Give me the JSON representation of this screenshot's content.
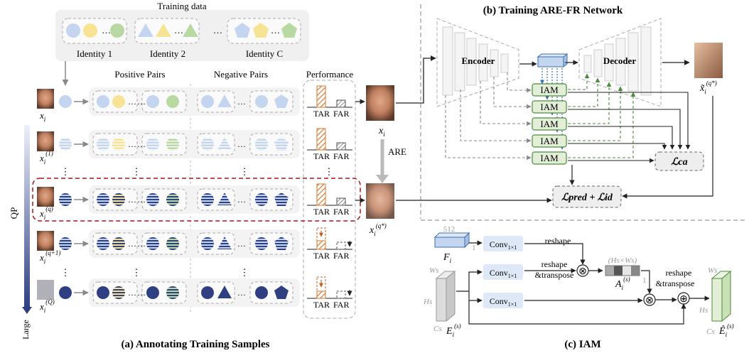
{
  "panel_a": {
    "training_data_label": "Training data",
    "identities": [
      "Identity 1",
      "Identity 2",
      "Identity C"
    ],
    "positive_pairs_label": "Positive Pairs",
    "negative_pairs_label": "Negative Pairs",
    "performance_label": "Performance",
    "rows": [
      {
        "label": "x_i",
        "base": "x",
        "sub": "i",
        "sup": ""
      },
      {
        "label": "x_i^(1)",
        "base": "x",
        "sub": "i",
        "sup": "(1)"
      },
      {
        "label": "x_i^(q)",
        "base": "x",
        "sub": "i",
        "sup": "(q)"
      },
      {
        "label": "x_i^(q+1)",
        "base": "x",
        "sub": "i",
        "sup": "(q+1)"
      },
      {
        "label": "x_i^(Q)",
        "base": "x",
        "sub": "i",
        "sup": "(Q)"
      }
    ],
    "tar_label": "TAR",
    "far_label": "FAR",
    "qp_label": "QP",
    "large_label": "Large",
    "ellipsis": "…",
    "vdots": "⋮",
    "title": "(a) Annotating Training Samples"
  },
  "middle": {
    "face_top_label": {
      "base": "x",
      "sub": "i"
    },
    "are_label": "ARE",
    "face_bottom_label": {
      "base": "x",
      "sub": "i",
      "sup": "(q*)"
    }
  },
  "panel_b": {
    "title": "(b) Training ARE-FR Network",
    "encoder_label": "Encoder",
    "decoder_label": "Decoder",
    "iam_labels": [
      "IAM",
      "IAM",
      "IAM",
      "IAM",
      "IAM"
    ],
    "loss_ca": "ℒca",
    "loss_pred_id": "ℒpred + ℒid",
    "output_label": {
      "base": "x̃",
      "sub": "i",
      "sup": "(q*)"
    }
  },
  "panel_c": {
    "title": "(c) IAM",
    "fi_label": {
      "base": "F",
      "sub": "i"
    },
    "fi_dim_512": "512",
    "fi_dim_1": "1",
    "conv_label": "Conv",
    "conv_sub": "1×1",
    "reshape_1": "reshape",
    "reshape_2": "reshape",
    "transpose_2": "&transpose",
    "reshape_3": "reshape",
    "transpose_3": "&transpose",
    "attn_dims": "(Hs×Ws)",
    "attn_one": "1",
    "attn_label": {
      "base": "A",
      "sub": "i",
      "sup": "(s)"
    },
    "e_label": {
      "base": "E",
      "sub": "i",
      "sup": "(s)"
    },
    "ehat_label": {
      "base": "Ê",
      "sub": "i",
      "sup": "(s)"
    },
    "ws": "Ws",
    "hs": "Hs",
    "cs": "Cs",
    "otimes": "⊗",
    "oplus": "⊕"
  },
  "colors": {
    "light_blue": "#c3d5ef",
    "yellow": "#f6e394",
    "green": "#b9d9a3",
    "dark_blue": "#2e3f82",
    "orange": "#d9772e",
    "iam_fill": "#e2efd6",
    "iam_stroke": "#4c8a3f",
    "red_dash": "#a01818"
  }
}
